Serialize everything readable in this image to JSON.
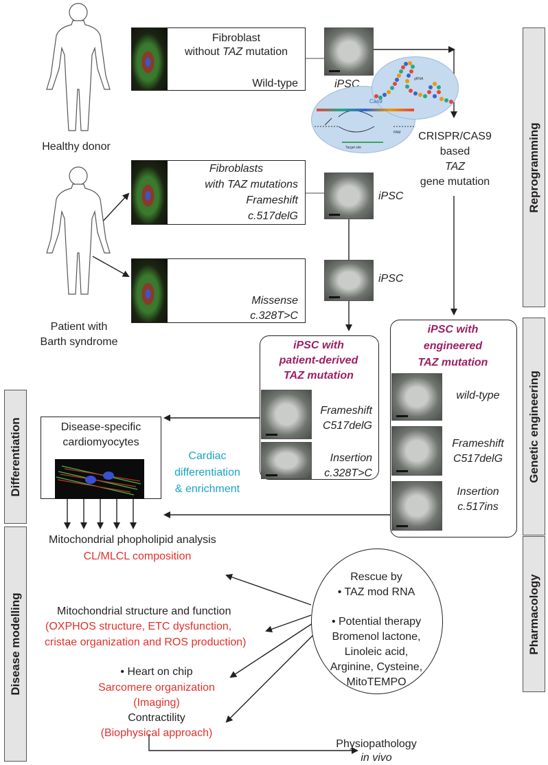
{
  "figure": {
    "healthy_donor": "Healthy donor",
    "patient_line1": "Patient with",
    "patient_line2": "Barth syndrome",
    "fibro_wt_line1": "Fibroblast",
    "fibro_wt_line2_pre": "without ",
    "fibro_wt_line2_italic": "TAZ",
    "fibro_wt_line2_post": " mutation",
    "fibro_wt_type": "Wild-type",
    "fibro_mut_line1": "Fibroblasts",
    "fibro_mut_line2": "with TAZ mutations",
    "fibro_mut_line3": "Frameshift",
    "fibro_mut_line4": "c.517delG",
    "fibro_mis_line1": "Missense",
    "fibro_mis_line2": "c.328T>C",
    "ipsc": "iPSC",
    "crispr_line1": "CRISPR/CAS9",
    "crispr_line2": "based",
    "crispr_line3": "TAZ",
    "crispr_line4": "gene mutation",
    "crispr_cas9": "Cas9",
    "crispr_grna": "gRNA",
    "crispr_target": "Target site",
    "crispr_pam": "PAM",
    "patient_box_title1": "iPSC with",
    "patient_box_title2": "patient-derived",
    "patient_box_title3": "TAZ mutation",
    "patient_fs1": "Frameshift",
    "patient_fs2": "C517delG",
    "patient_ins1": "Insertion",
    "patient_ins2": "c.328T>C",
    "eng_box_title1": "iPSC with",
    "eng_box_title2": "engineered",
    "eng_box_title3": "TAZ mutation",
    "eng_wt": "wild-type",
    "eng_fs1": "Frameshift",
    "eng_fs2": "C517delG",
    "eng_ins1": "Insertion",
    "eng_ins2": "c.517ins",
    "cm_line1": "Disease-specific",
    "cm_line2": "cardiomyocytes",
    "cardiac_line1": "Cardiac",
    "cardiac_line2": "differentiation",
    "cardiac_line3": "& enrichment",
    "mito_pl": "Mitochondrial phopholipid analysis",
    "mito_pl_red": "CL/MLCL composition",
    "mito_sf": "Mitochondrial structure and function",
    "mito_sf_red1": "(OXPHOS structure, ETC dysfunction,",
    "mito_sf_red2": "cristae organization and ROS production)",
    "heart_chip": "• Heart on chip",
    "sarcomere_red1": "Sarcomere organization",
    "sarcomere_red2": "(Imaging)",
    "contractility": "Contractility",
    "contractility_red": "(Biophysical approach)",
    "physio_line1": "Physiopathology",
    "physio_line2": "in vivo",
    "rescue_line1": "Rescue by",
    "rescue_line2": "• TAZ mod RNA",
    "rescue_line3": "• Potential therapy",
    "rescue_line4": "Bromenol lactone,",
    "rescue_line5": "Linoleic acid,",
    "rescue_line6": "Arginine, Cysteine,",
    "rescue_line7": "MitoTEMPO"
  },
  "side_labels": {
    "reprogramming": "Reprogramming",
    "genetic_engineering": "Genetic engineering",
    "pharmacology": "Pharmacology",
    "differentiation": "Differentiation",
    "disease_modelling": "Disease modelling"
  },
  "colors": {
    "red_text": "#e0312b",
    "magenta_title": "#9b1f63",
    "cyan_text": "#1aa3c8",
    "side_panel": "#e4e4e4",
    "crispr_ellipse": "#c5d9ef"
  }
}
